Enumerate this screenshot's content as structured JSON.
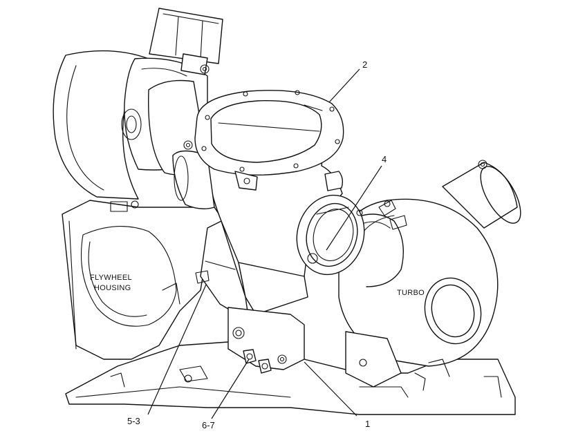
{
  "callouts": [
    {
      "id": "c2",
      "text": "2"
    },
    {
      "id": "c4",
      "text": "4"
    },
    {
      "id": "c53",
      "text": "5-3"
    },
    {
      "id": "c67",
      "text": "6-7"
    },
    {
      "id": "c1",
      "text": "1"
    }
  ],
  "labels": {
    "flywheel_line1": "FLYWHEEL",
    "flywheel_line2": "HOUSING",
    "turbo": "TURBO"
  }
}
